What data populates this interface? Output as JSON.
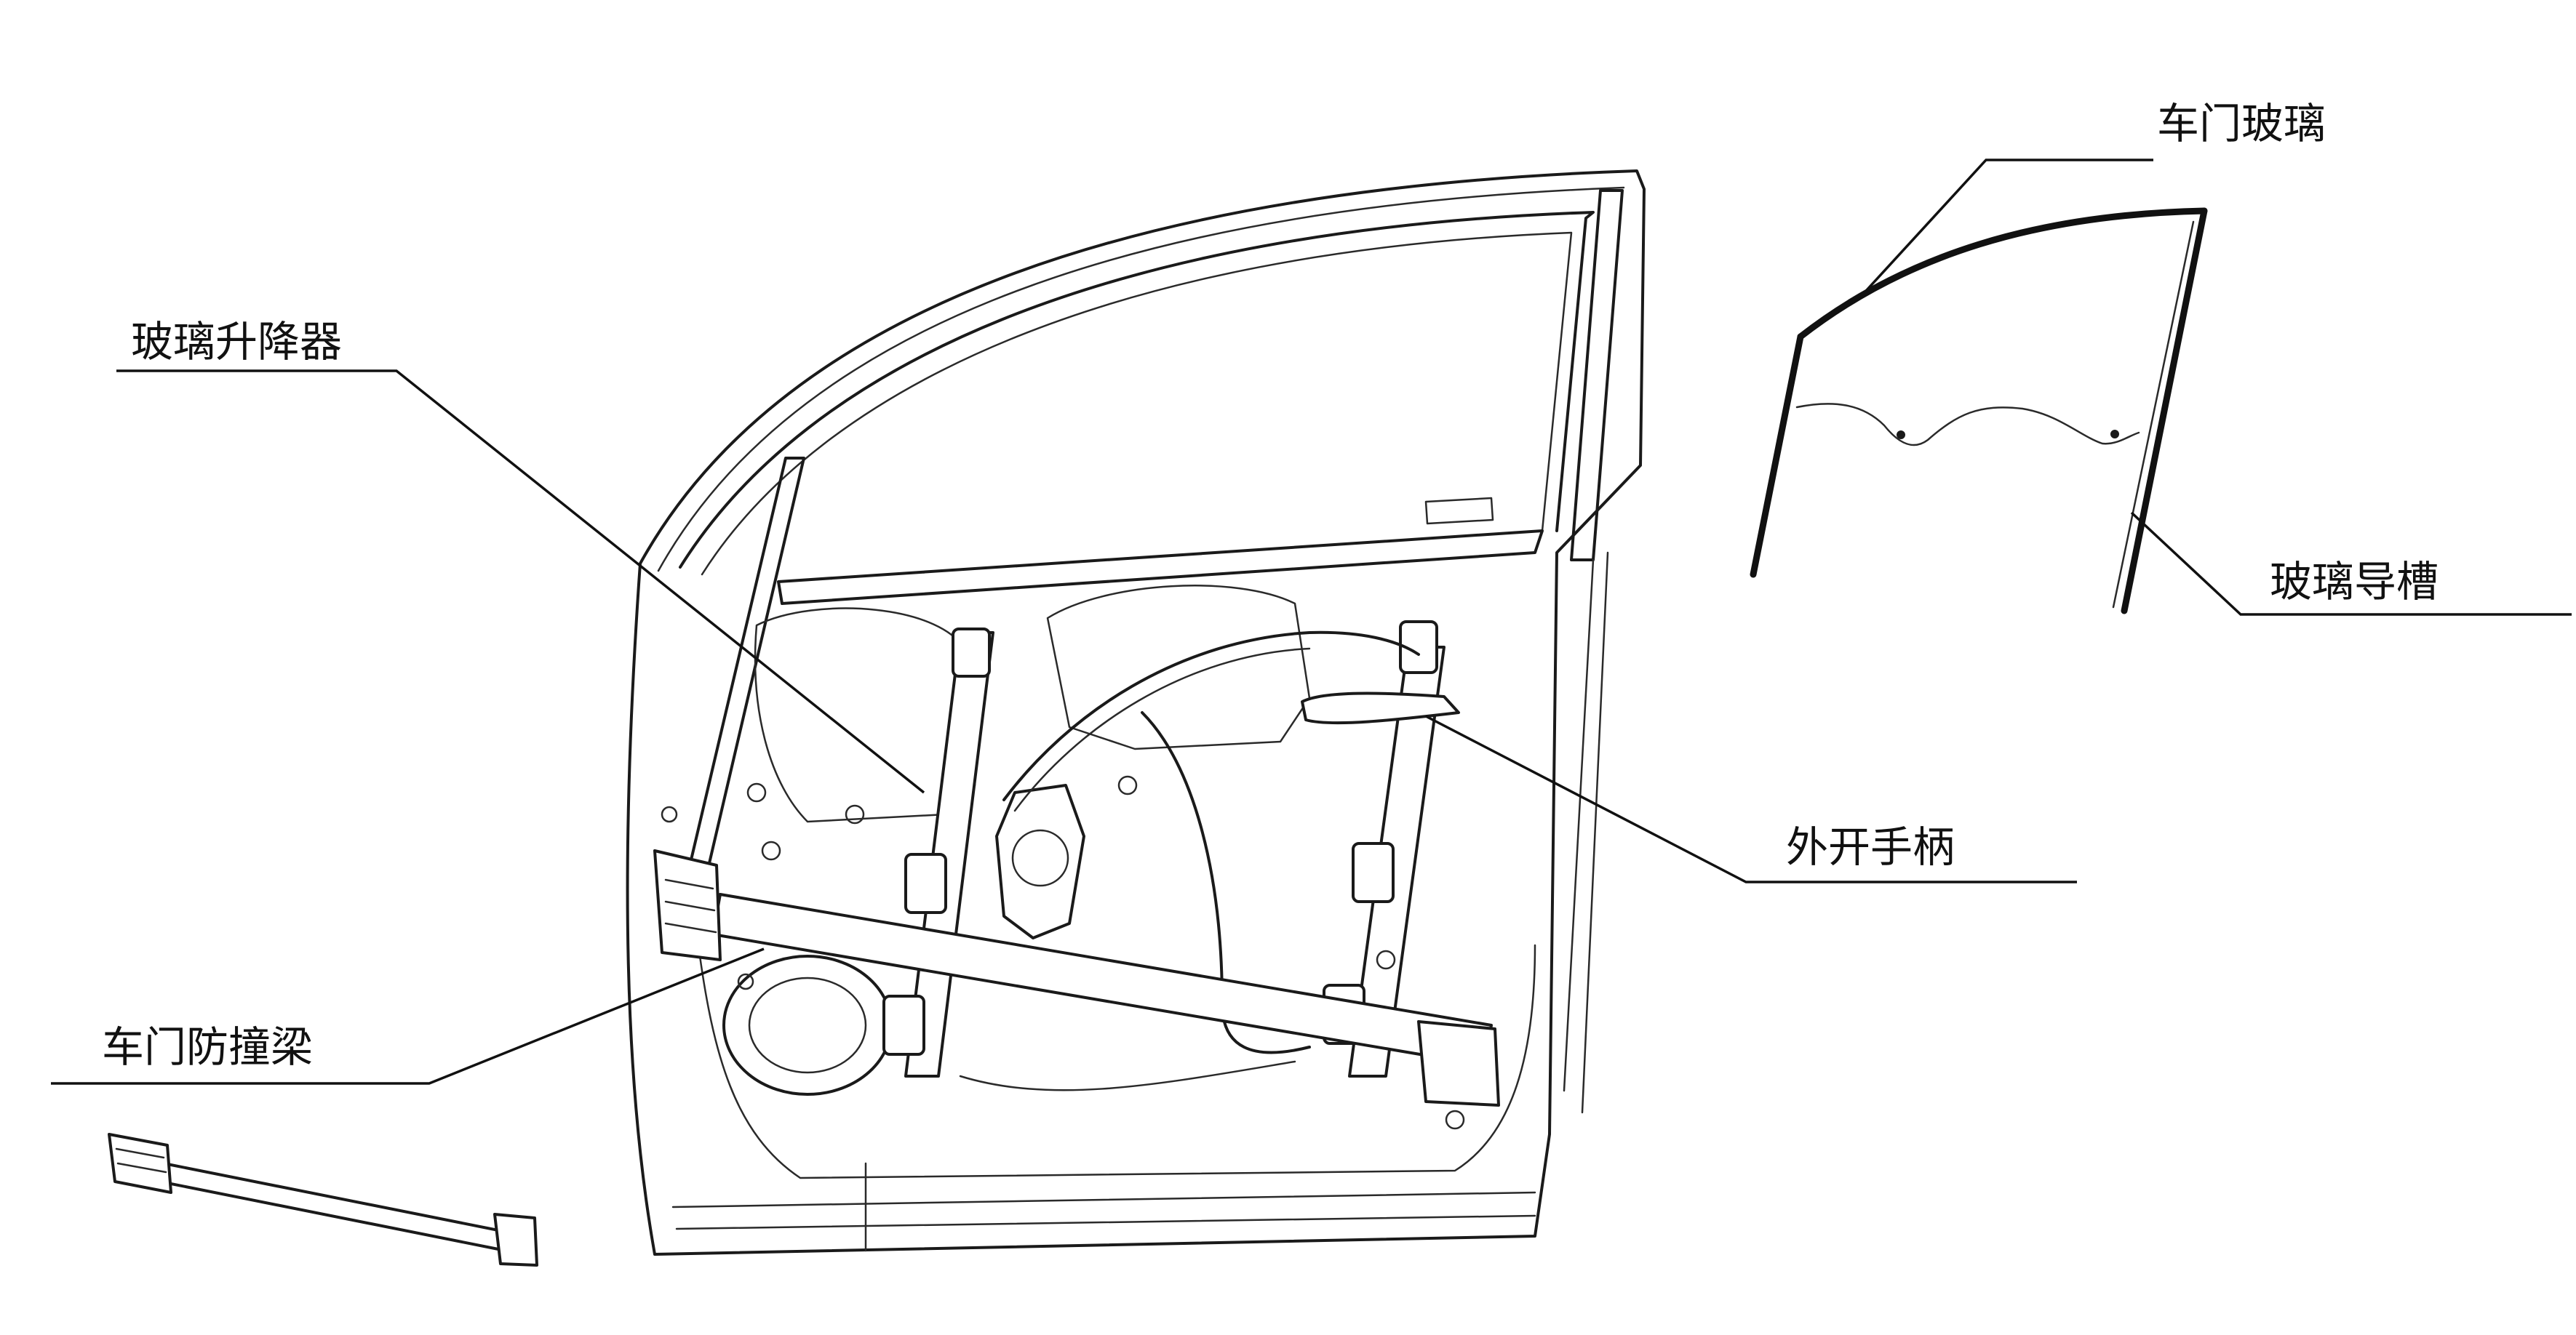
{
  "labels": {
    "door_glass": "车门玻璃",
    "window_regulator": "玻璃升降器",
    "glass_run_channel": "玻璃导槽",
    "outside_handle": "外开手柄",
    "door_impact_beam": "车门防撞梁"
  }
}
